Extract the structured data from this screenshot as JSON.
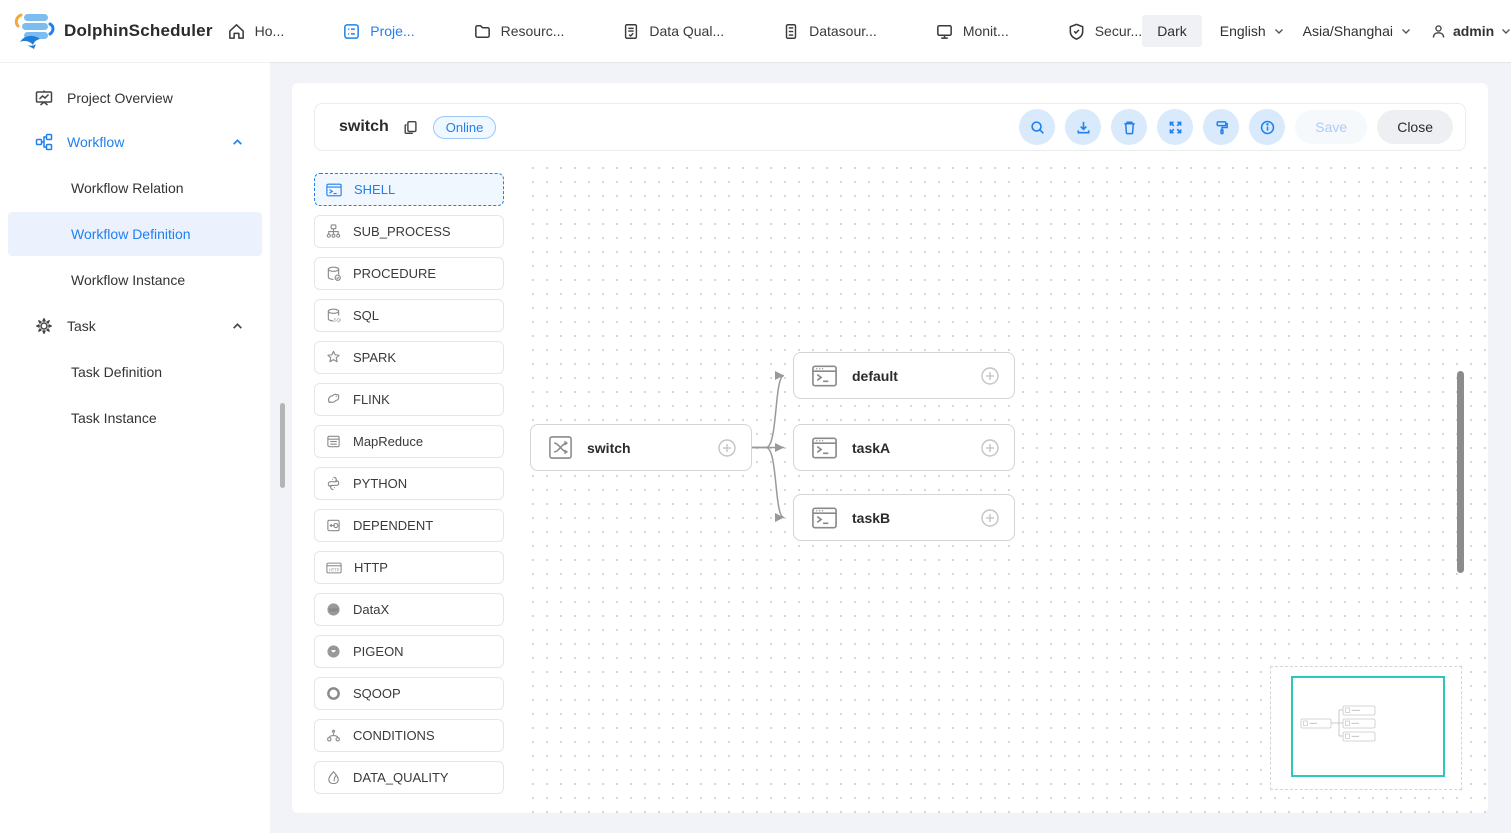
{
  "header": {
    "brand": "DolphinScheduler",
    "nav": [
      {
        "label": "Ho...",
        "icon": "home-icon",
        "active": false
      },
      {
        "label": "Proje...",
        "icon": "project-icon",
        "active": true
      },
      {
        "label": "Resourc...",
        "icon": "folder-icon",
        "active": false
      },
      {
        "label": "Data Qual...",
        "icon": "data-quality-nav-icon",
        "active": false
      },
      {
        "label": "Datasour...",
        "icon": "datasource-icon",
        "active": false
      },
      {
        "label": "Monit...",
        "icon": "monitor-icon",
        "active": false
      },
      {
        "label": "Secur...",
        "icon": "security-icon",
        "active": false
      }
    ],
    "theme_button": "Dark",
    "language": "English",
    "timezone": "Asia/Shanghai",
    "user": "admin"
  },
  "sidebar": {
    "items": [
      {
        "label": "Project Overview"
      },
      {
        "label": "Workflow",
        "expanded": true,
        "children": [
          {
            "label": "Workflow Relation",
            "selected": false
          },
          {
            "label": "Workflow Definition",
            "selected": true
          },
          {
            "label": "Workflow Instance",
            "selected": false
          }
        ]
      },
      {
        "label": "Task",
        "expanded": true,
        "children": [
          {
            "label": "Task Definition",
            "selected": false
          },
          {
            "label": "Task Instance",
            "selected": false
          }
        ]
      }
    ]
  },
  "toolbar": {
    "workflow_name": "switch",
    "status_badge": "Online",
    "icon_buttons": [
      "search-icon",
      "download-icon",
      "delete-icon",
      "fullscreen-icon",
      "format-icon",
      "info-icon"
    ],
    "save_label": "Save",
    "save_disabled": true,
    "close_label": "Close"
  },
  "task_panel": {
    "items": [
      {
        "label": "SHELL",
        "icon": "shell-icon",
        "selected": true
      },
      {
        "label": "SUB_PROCESS",
        "icon": "sub-process-icon",
        "selected": false
      },
      {
        "label": "PROCEDURE",
        "icon": "procedure-icon",
        "selected": false
      },
      {
        "label": "SQL",
        "icon": "sql-icon",
        "selected": false
      },
      {
        "label": "SPARK",
        "icon": "spark-icon",
        "selected": false
      },
      {
        "label": "FLINK",
        "icon": "flink-icon",
        "selected": false
      },
      {
        "label": "MapReduce",
        "icon": "mapreduce-icon",
        "selected": false
      },
      {
        "label": "PYTHON",
        "icon": "python-icon",
        "selected": false
      },
      {
        "label": "DEPENDENT",
        "icon": "dependent-icon",
        "selected": false
      },
      {
        "label": "HTTP",
        "icon": "http-icon",
        "selected": false
      },
      {
        "label": "DataX",
        "icon": "datax-icon",
        "selected": false
      },
      {
        "label": "PIGEON",
        "icon": "pigeon-icon",
        "selected": false
      },
      {
        "label": "SQOOP",
        "icon": "sqoop-icon",
        "selected": false
      },
      {
        "label": "CONDITIONS",
        "icon": "conditions-icon",
        "selected": false
      },
      {
        "label": "DATA_QUALITY",
        "icon": "data-quality-icon",
        "selected": false
      }
    ]
  },
  "canvas": {
    "nodes": [
      {
        "label": "switch",
        "type": "switch"
      },
      {
        "label": "default",
        "type": "shell"
      },
      {
        "label": "taskA",
        "type": "shell"
      },
      {
        "label": "taskB",
        "type": "shell"
      }
    ],
    "edges": [
      {
        "from": "switch",
        "to": "default"
      },
      {
        "from": "switch",
        "to": "taskA"
      },
      {
        "from": "switch",
        "to": "taskB"
      }
    ]
  },
  "colors": {
    "accent": "#2080f0",
    "selected_bg": "#ebf2fe",
    "online_badge_border": "#9cc7f7",
    "edge": "#999999",
    "minimap_viewport": "#2ec7ba",
    "canvas_dot": "#d7d7d7"
  }
}
